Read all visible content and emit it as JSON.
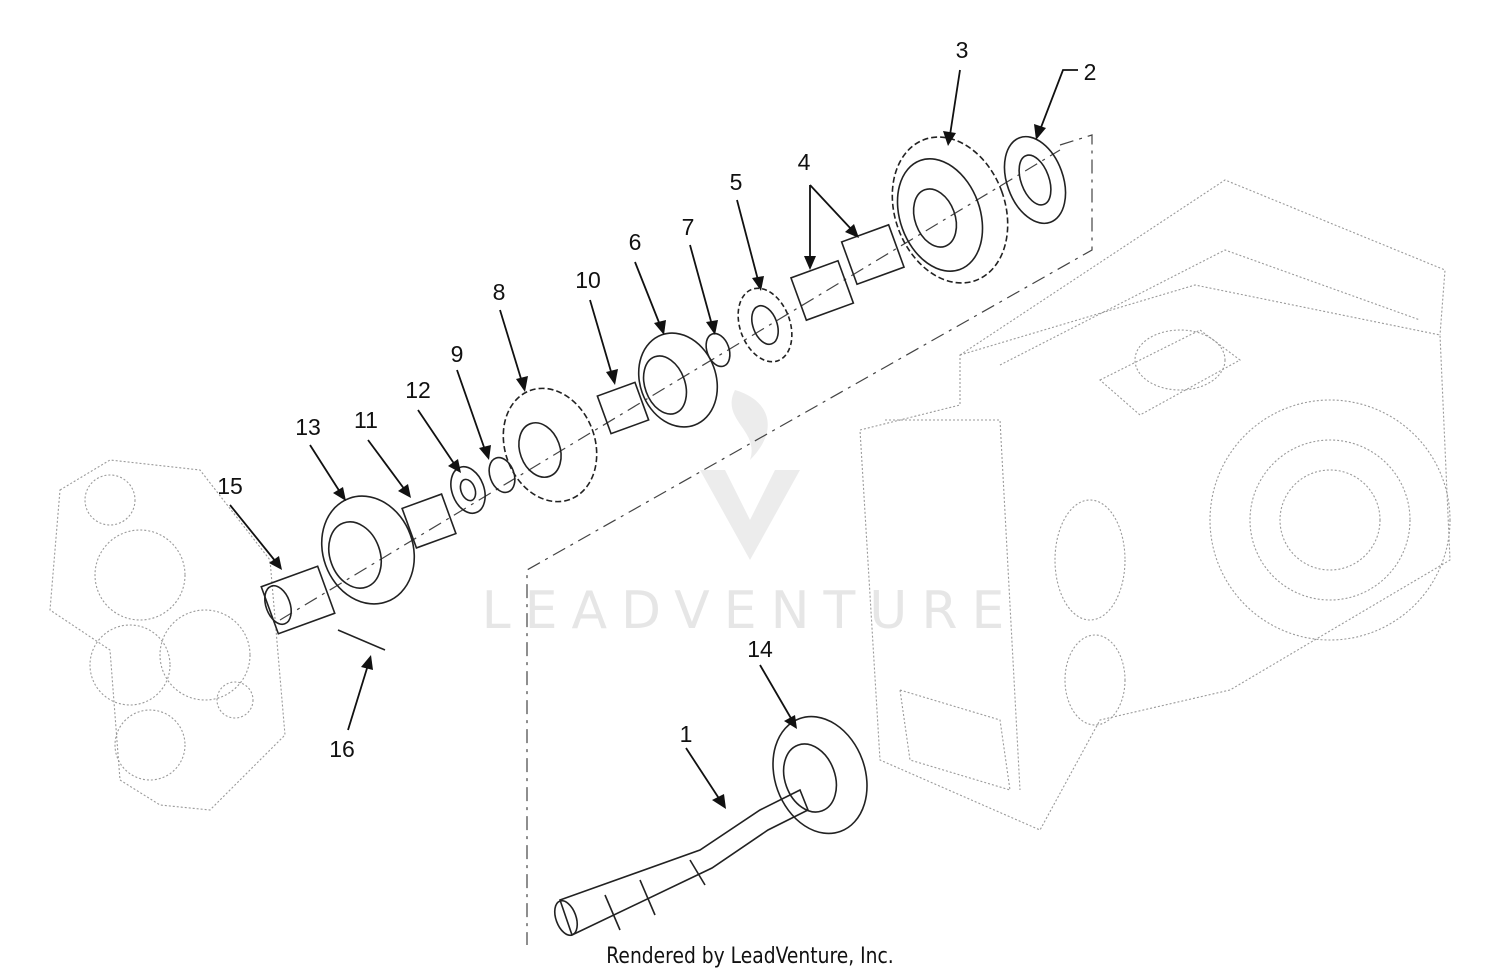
{
  "diagram": {
    "callouts": [
      "1",
      "2",
      "3",
      "4",
      "5",
      "6",
      "7",
      "8",
      "9",
      "10",
      "11",
      "12",
      "13",
      "14",
      "15",
      "16"
    ]
  },
  "watermark": {
    "text": "LEADVENTURE"
  },
  "footer": {
    "text": "Rendered by LeadVenture, Inc."
  },
  "colors": {
    "ink": "#222222",
    "ghost": "#9a9a9a",
    "watermark": "#e6e6e6"
  }
}
